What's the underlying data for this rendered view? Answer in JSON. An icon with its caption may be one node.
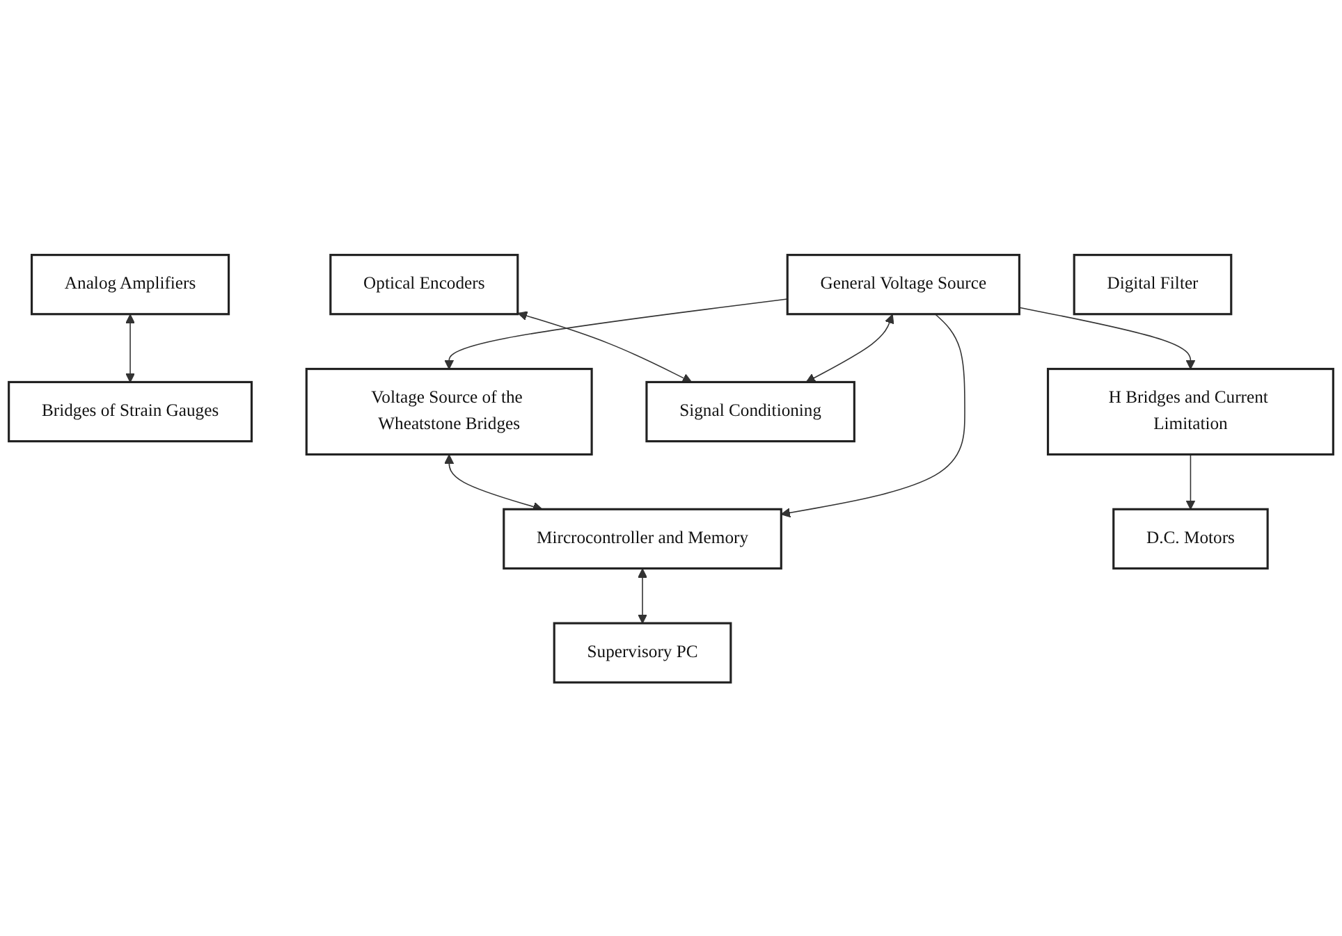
{
  "diagram": {
    "nodes": [
      {
        "text": [
          "Analog Amplifiers"
        ]
      },
      {
        "text": [
          "Bridges of Strain Gauges"
        ]
      },
      {
        "text": [
          "Voltage Source of the Wheatstone Bridges"
        ]
      },
      {
        "text": [
          "Optical Encoders"
        ]
      },
      {
        "text": [
          "General Voltage Source"
        ]
      },
      {
        "text": [
          "Signal Conditioning"
        ]
      },
      {
        "text": [
          "Digital Filter"
        ]
      },
      {
        "text": [
          "Mircrocontroller and Memory"
        ]
      },
      {
        "text": [
          "Supervisory PC"
        ]
      },
      {
        "text": [
          "H Bridges and Current Limitation"
        ]
      },
      {
        "text": [
          "D.C. Motors"
        ]
      }
    ],
    "edges": [
      {
        "from": 0,
        "to": 1,
        "arrow": "both"
      },
      {
        "from": 4,
        "to": 2,
        "arrow": "to"
      },
      {
        "from": 2,
        "to": 7,
        "arrow": "both"
      },
      {
        "from": 3,
        "to": 5,
        "arrow": "both"
      },
      {
        "from": 4,
        "to": 5,
        "arrow": "both"
      },
      {
        "from": 4,
        "to": 7,
        "arrow": "to"
      },
      {
        "from": 4,
        "to": 9,
        "arrow": "to"
      },
      {
        "from": 7,
        "to": 8,
        "arrow": "both"
      },
      {
        "from": 9,
        "to": 10,
        "arrow": "to"
      }
    ]
  }
}
